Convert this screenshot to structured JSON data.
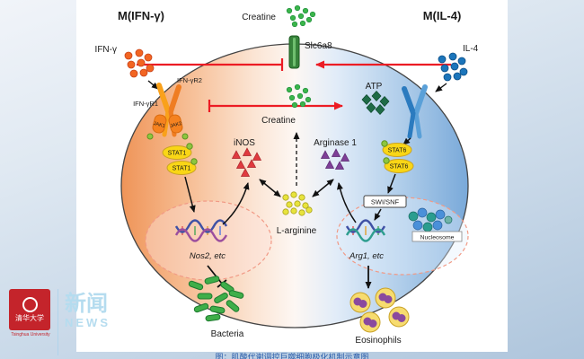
{
  "header": {
    "left_title": "M(IFN-γ)",
    "right_title": "M(IL-4)"
  },
  "molecules": {
    "creatine_top": "Creatine",
    "slc6a8": "Slc6a8",
    "ifn_gamma": "IFN-γ",
    "il4": "IL-4",
    "ifngr2": "IFN-γR2",
    "ifngr1": "IFN-γR1",
    "jak1": "JAK1",
    "jak2": "JAK2",
    "stat1": "STAT1",
    "stat6": "STAT6",
    "creatine_inner": "Creatine",
    "atp": "ATP",
    "inos": "iNOS",
    "arginase": "Arginase 1",
    "l_arginine": "L-arginine",
    "swi_snf": "SWI/SNF",
    "nucleosome": "Nucleosome",
    "nos2": "Nos2, etc",
    "arg1": "Arg1, etc",
    "bacteria": "Bacteria",
    "eosinophils": "Eosinophils"
  },
  "watermark": {
    "logo_text": "清华大学",
    "logo_subtext": "Tsinghua University",
    "news_cn": "新闻",
    "news_en": "NEWS"
  },
  "caption": "图：肌酸代谢调控巨噬细胞极化机制示意图",
  "colors": {
    "inhibit_red": "#ec1c24",
    "creatine_green": "#3bb54a",
    "ifn_orange": "#f26522",
    "il4_blue": "#1b75bb",
    "stat_yellow": "#f9d616",
    "inos_red": "#e03a3f",
    "arginase_purple": "#7e3f97",
    "larginine_yellow": "#e8e33c",
    "atp_darkgreen": "#1e6b46",
    "cell_left": "#f0925a",
    "cell_right": "#79a9d9"
  }
}
